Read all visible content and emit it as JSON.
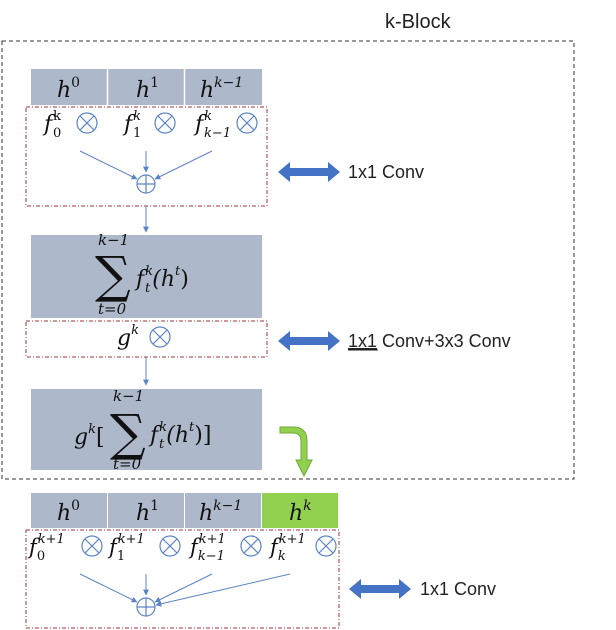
{
  "block_title": "k-Block",
  "top_cells": [
    "h",
    "h",
    "h"
  ],
  "top_cell_sups": [
    "0",
    "1",
    "k−1"
  ],
  "top_filters": [
    {
      "base": "f",
      "sub": "0",
      "sup": "k"
    },
    {
      "base": "f",
      "sub": "1",
      "sup": "k"
    },
    {
      "base": "f",
      "sub": "k−1",
      "sup": "k"
    }
  ],
  "sum_box": {
    "upper": "k−1",
    "lower": "t=0",
    "sigma": "∑",
    "f": "f",
    "sub": "t",
    "sup": "k",
    "arg_open": "(h",
    "arg_sup": "t",
    "arg_close": ")"
  },
  "g_row": {
    "base": "g",
    "sup": "k"
  },
  "g_box": {
    "prefix": "g",
    "prefix_sup": "k",
    "bracket_open": "[",
    "upper": "k−1",
    "lower": "t=0",
    "sigma": "∑",
    "f": "f",
    "sub": "t",
    "sup": "k",
    "arg_open": "(h",
    "arg_sup": "t",
    "arg_close": ")]"
  },
  "bottom_cells": [
    "h",
    "h",
    "h",
    "h"
  ],
  "bottom_cell_sups": [
    "0",
    "1",
    "k−1",
    "k"
  ],
  "bottom_filters": [
    {
      "base": "f",
      "sub": "0",
      "sup": "k+1"
    },
    {
      "base": "f",
      "sub": "1",
      "sup": "k+1"
    },
    {
      "base": "f",
      "sub": "k−1",
      "sup": "k+1"
    },
    {
      "base": "f",
      "sub": "k",
      "sup": "k+1"
    }
  ],
  "labels": {
    "conv1_top": "1x1 Conv",
    "conv_mid_underlined": "1x1",
    "conv_mid_rest": " Conv+3x3 Conv",
    "conv1_bottom": "1x1 Conv"
  },
  "colors": {
    "cell_gray": "#adb9ca",
    "cell_green": "#92d050",
    "arrow_blue": "#4472c4",
    "dashed_red": "#a0333a",
    "green_arrow": "#70ad47"
  }
}
